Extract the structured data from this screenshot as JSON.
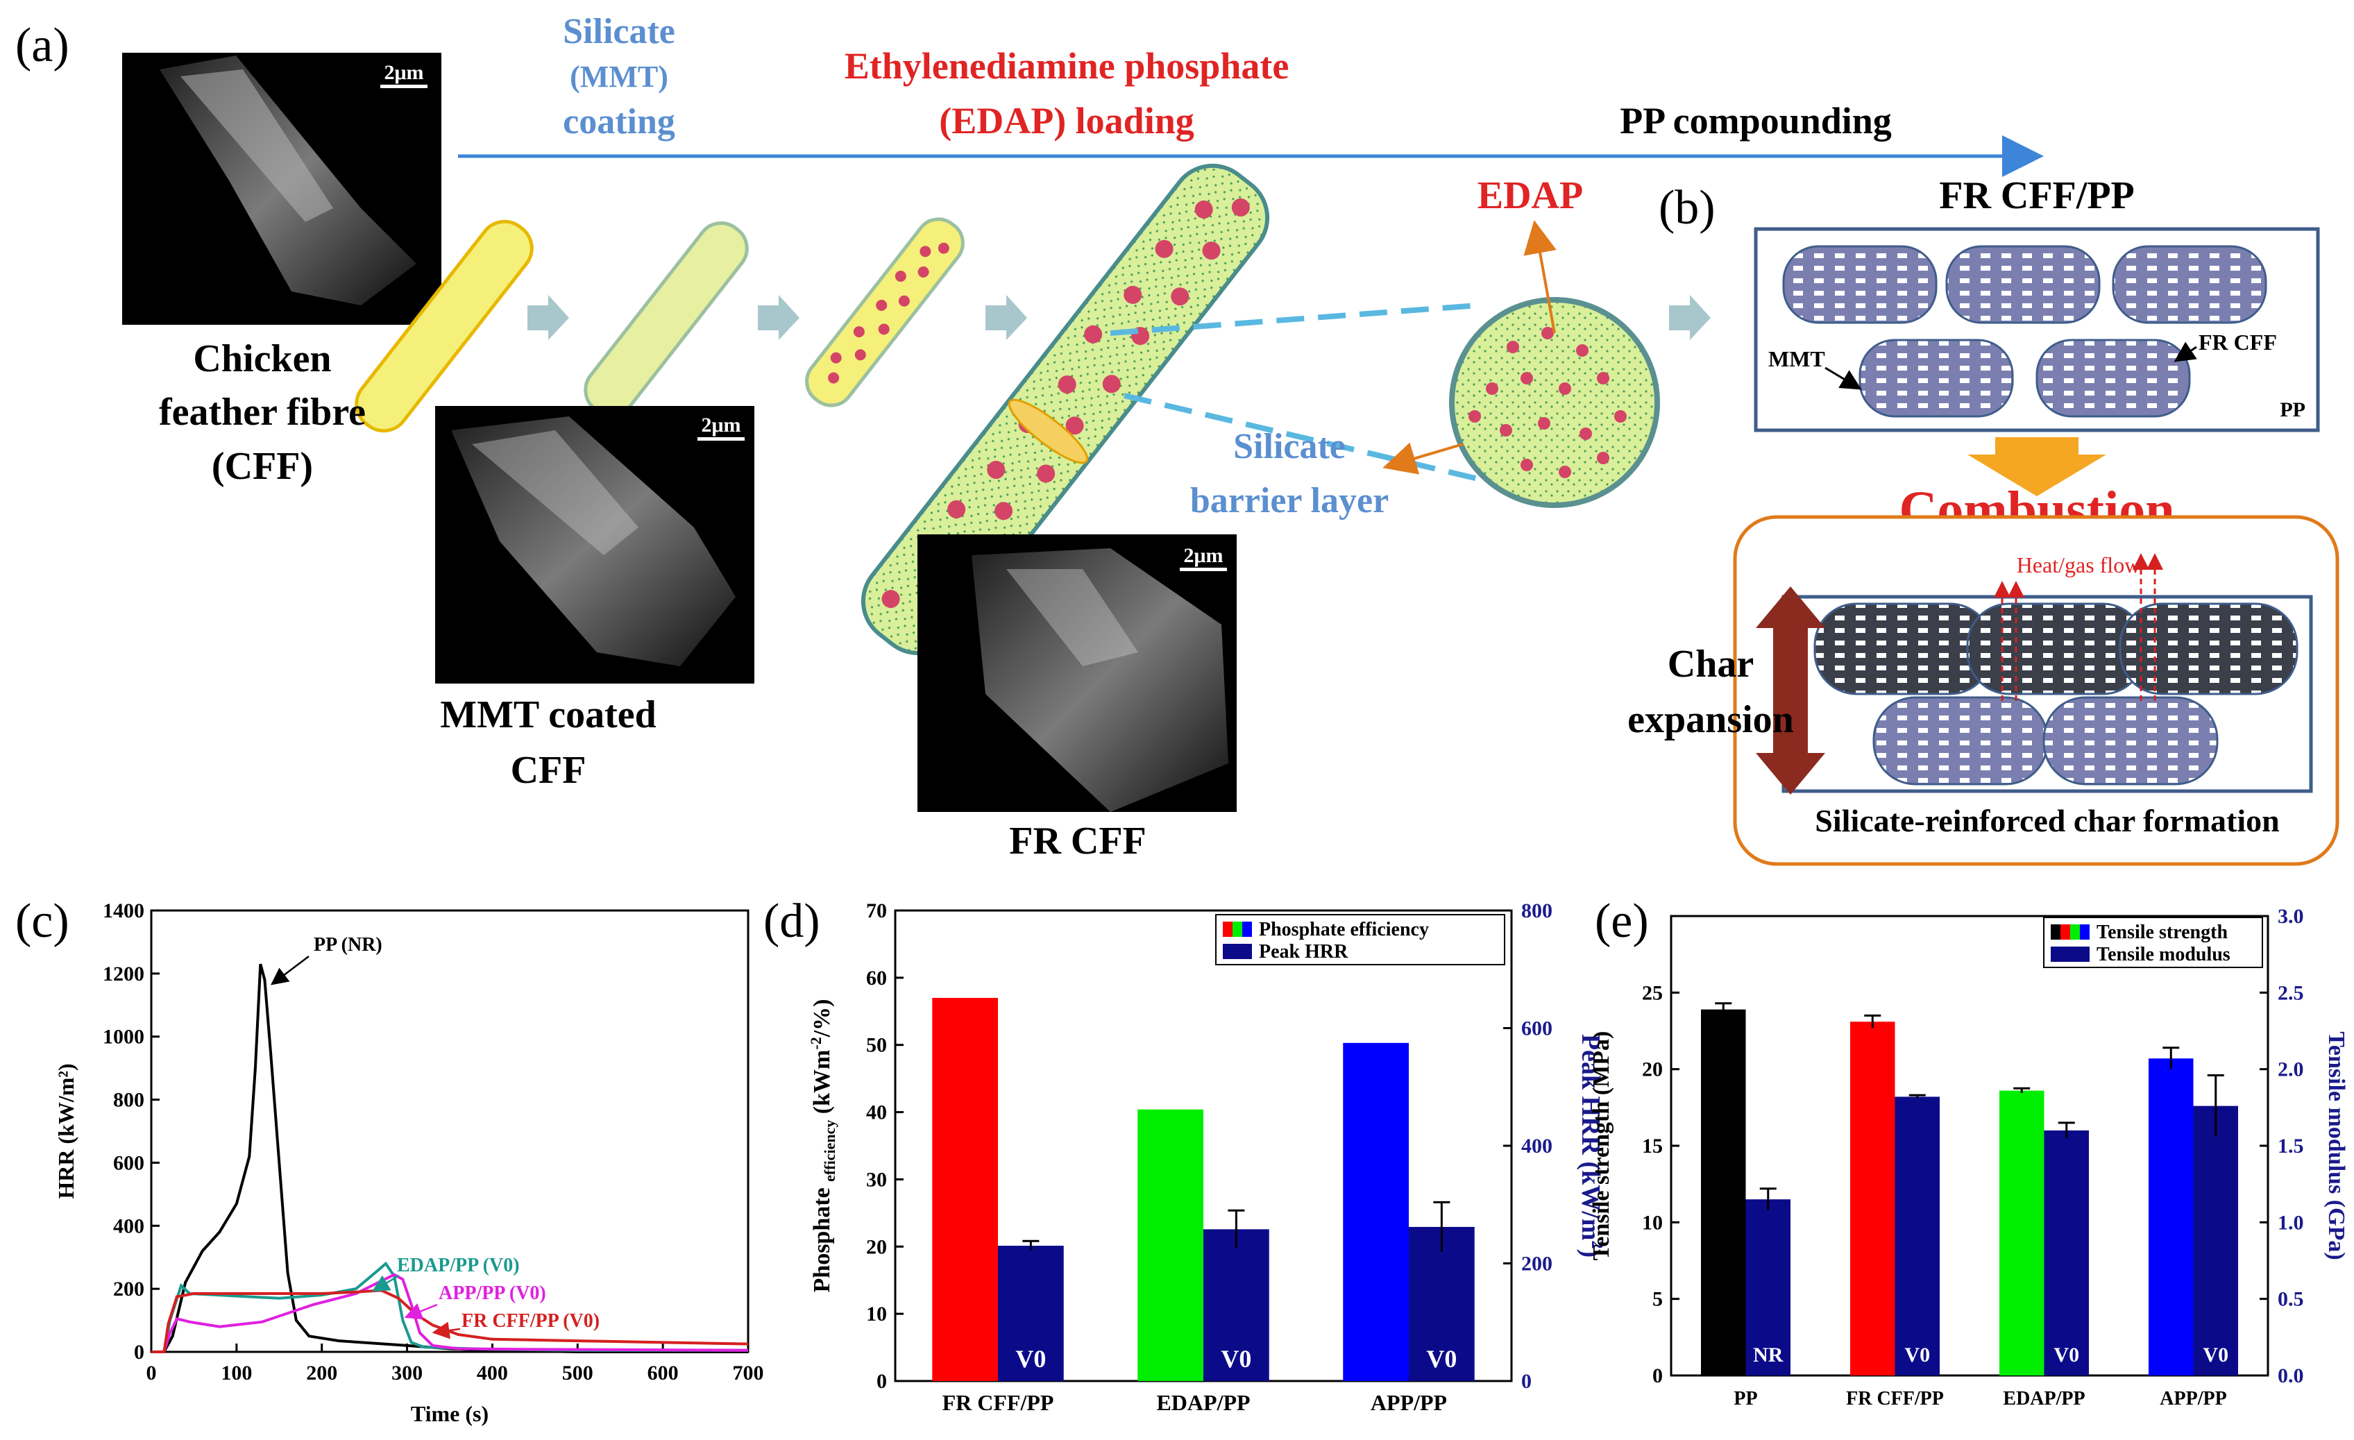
{
  "panel_a": {
    "label": "(a)",
    "steps": {
      "silicate": [
        "Silicate",
        "(MMT)",
        "coating"
      ],
      "edap": [
        "Ethylenediamine phosphate",
        "(EDAP) loading"
      ],
      "pp": "PP compounding"
    },
    "captions": {
      "cff": [
        "Chicken",
        "feather fibre",
        "(CFF)"
      ],
      "mmt_cff": [
        "MMT coated",
        "CFF"
      ],
      "fr_cff": "FR CFF"
    },
    "scale_bar": "2μm",
    "edap_label": "EDAP",
    "silicate_layer": [
      "Silicate",
      "barrier layer"
    ]
  },
  "panel_b": {
    "label": "(b)",
    "title": "FR CFF/PP",
    "mmt": "MMT",
    "fr_cff": "FR CFF",
    "pp": "PP",
    "combustion": "Combustion",
    "heat_gas": "Heat/gas flow",
    "char_expansion": [
      "Char",
      "expansion"
    ],
    "char_formation": "Silicate-reinforced char formation"
  },
  "colors": {
    "silicate_blue": "#5b8fd0",
    "edap_red": "#e02424",
    "fibre_yellow": "#f5f07a",
    "fibre_green": "#d9ef9a",
    "arrow_blue": "#3d85d8",
    "combustion_orange": "#f5a623",
    "char_arrow": "#8b2a1f",
    "navy": "#1a1a8c"
  },
  "chart_data": [
    {
      "panel": "(c)",
      "type": "line",
      "xlabel": "Time (s)",
      "ylabel": "HRR (kW/m²)",
      "xlim": [
        0,
        700
      ],
      "ylim": [
        0,
        1400
      ],
      "xticks": [
        0,
        100,
        200,
        300,
        400,
        500,
        600,
        700
      ],
      "yticks": [
        0,
        200,
        400,
        600,
        800,
        1000,
        1200,
        1400
      ],
      "series": [
        {
          "name": "PP (NR)",
          "color": "#000000",
          "points": [
            [
              0,
              0
            ],
            [
              15,
              0
            ],
            [
              25,
              50
            ],
            [
              40,
              220
            ],
            [
              60,
              320
            ],
            [
              80,
              380
            ],
            [
              100,
              470
            ],
            [
              115,
              620
            ],
            [
              122,
              900
            ],
            [
              128,
              1230
            ],
            [
              133,
              1180
            ],
            [
              140,
              950
            ],
            [
              150,
              600
            ],
            [
              160,
              250
            ],
            [
              170,
              100
            ],
            [
              185,
              50
            ],
            [
              220,
              35
            ],
            [
              300,
              20
            ],
            [
              350,
              10
            ],
            [
              400,
              5
            ],
            [
              500,
              0
            ],
            [
              700,
              0
            ]
          ]
        },
        {
          "name": "EDAP/PP (V0)",
          "color": "#1a9a8f",
          "points": [
            [
              0,
              0
            ],
            [
              15,
              0
            ],
            [
              22,
              100
            ],
            [
              35,
              210
            ],
            [
              45,
              185
            ],
            [
              80,
              180
            ],
            [
              150,
              170
            ],
            [
              200,
              180
            ],
            [
              240,
              200
            ],
            [
              260,
              245
            ],
            [
              275,
              280
            ],
            [
              285,
              240
            ],
            [
              295,
              100
            ],
            [
              305,
              30
            ],
            [
              320,
              15
            ],
            [
              400,
              8
            ],
            [
              500,
              5
            ],
            [
              700,
              5
            ]
          ]
        },
        {
          "name": "APP/PP (V0)",
          "color": "#e020e0",
          "points": [
            [
              0,
              0
            ],
            [
              15,
              0
            ],
            [
              22,
              60
            ],
            [
              30,
              105
            ],
            [
              45,
              95
            ],
            [
              80,
              80
            ],
            [
              130,
              95
            ],
            [
              190,
              150
            ],
            [
              240,
              185
            ],
            [
              270,
              225
            ],
            [
              285,
              245
            ],
            [
              295,
              230
            ],
            [
              305,
              150
            ],
            [
              315,
              60
            ],
            [
              330,
              20
            ],
            [
              360,
              10
            ],
            [
              450,
              8
            ],
            [
              700,
              5
            ]
          ]
        },
        {
          "name": "FR CFF/PP (V0)",
          "color": "#d42020",
          "points": [
            [
              0,
              0
            ],
            [
              15,
              0
            ],
            [
              20,
              90
            ],
            [
              30,
              175
            ],
            [
              50,
              185
            ],
            [
              100,
              185
            ],
            [
              150,
              185
            ],
            [
              200,
              185
            ],
            [
              240,
              190
            ],
            [
              270,
              195
            ],
            [
              290,
              170
            ],
            [
              310,
              120
            ],
            [
              330,
              85
            ],
            [
              360,
              55
            ],
            [
              400,
              40
            ],
            [
              500,
              35
            ],
            [
              600,
              30
            ],
            [
              700,
              25
            ]
          ]
        }
      ],
      "annotations": [
        "PP (NR)",
        "EDAP/PP (V0)",
        "APP/PP (V0)",
        "FR CFF/PP (V0)"
      ]
    },
    {
      "panel": "(d)",
      "type": "bar",
      "categories": [
        "FR CFF/PP",
        "EDAP/PP",
        "APP/PP"
      ],
      "series": [
        {
          "name": "Phosphate efficiency",
          "axis": "left",
          "values": [
            57,
            40.4,
            50.3
          ],
          "colors": [
            "#ff0000",
            "#00ee00",
            "#0000ff"
          ]
        },
        {
          "name": "Peak HRR",
          "axis": "right",
          "values": [
            230,
            258,
            262
          ],
          "errors": [
            8,
            32,
            42
          ],
          "color": "#0b0b8a"
        }
      ],
      "bar_labels": [
        "V0",
        "V0",
        "V0"
      ],
      "ylabel_left": [
        "Phosphate",
        "efficiency",
        "(kWm",
        "-2",
        "/%)"
      ],
      "ylabel_right": [
        "Peak HRR (kW/m",
        "2",
        ")"
      ],
      "ylim_left": [
        0,
        70
      ],
      "ylim_right": [
        0,
        800
      ],
      "yticks_left": [
        0,
        10,
        20,
        30,
        40,
        50,
        60,
        70
      ],
      "yticks_right": [
        0,
        200,
        400,
        600,
        800
      ]
    },
    {
      "panel": "(e)",
      "type": "bar",
      "categories": [
        "PP",
        "FR CFF/PP",
        "EDAP/PP",
        "APP/PP"
      ],
      "series": [
        {
          "name": "Tensile strength",
          "axis": "left",
          "values": [
            23.9,
            23.1,
            18.6,
            20.7
          ],
          "errors": [
            0.4,
            0.4,
            0.15,
            0.7
          ],
          "colors": [
            "#000000",
            "#ff0000",
            "#00ee00",
            "#0000ff"
          ]
        },
        {
          "name": "Tensile modulus",
          "axis": "right",
          "values": [
            1.15,
            1.82,
            1.6,
            1.76
          ],
          "errors": [
            0.07,
            0.01,
            0.05,
            0.2
          ],
          "color": "#0b0b8a"
        }
      ],
      "bar_labels": [
        "NR",
        "V0",
        "V0",
        "V0"
      ],
      "ylabel_left": "Tensile strength (MPa)",
      "ylabel_right": "Tensile modulus (GPa)",
      "ylim_left": [
        0,
        30
      ],
      "ylim_right": [
        0,
        3.0
      ],
      "yticks_left": [
        0,
        5,
        10,
        15,
        20,
        25
      ],
      "yticks_right": [
        "0.0",
        "0.5",
        "1.0",
        "1.5",
        "2.0",
        "2.5",
        "3.0"
      ]
    }
  ]
}
